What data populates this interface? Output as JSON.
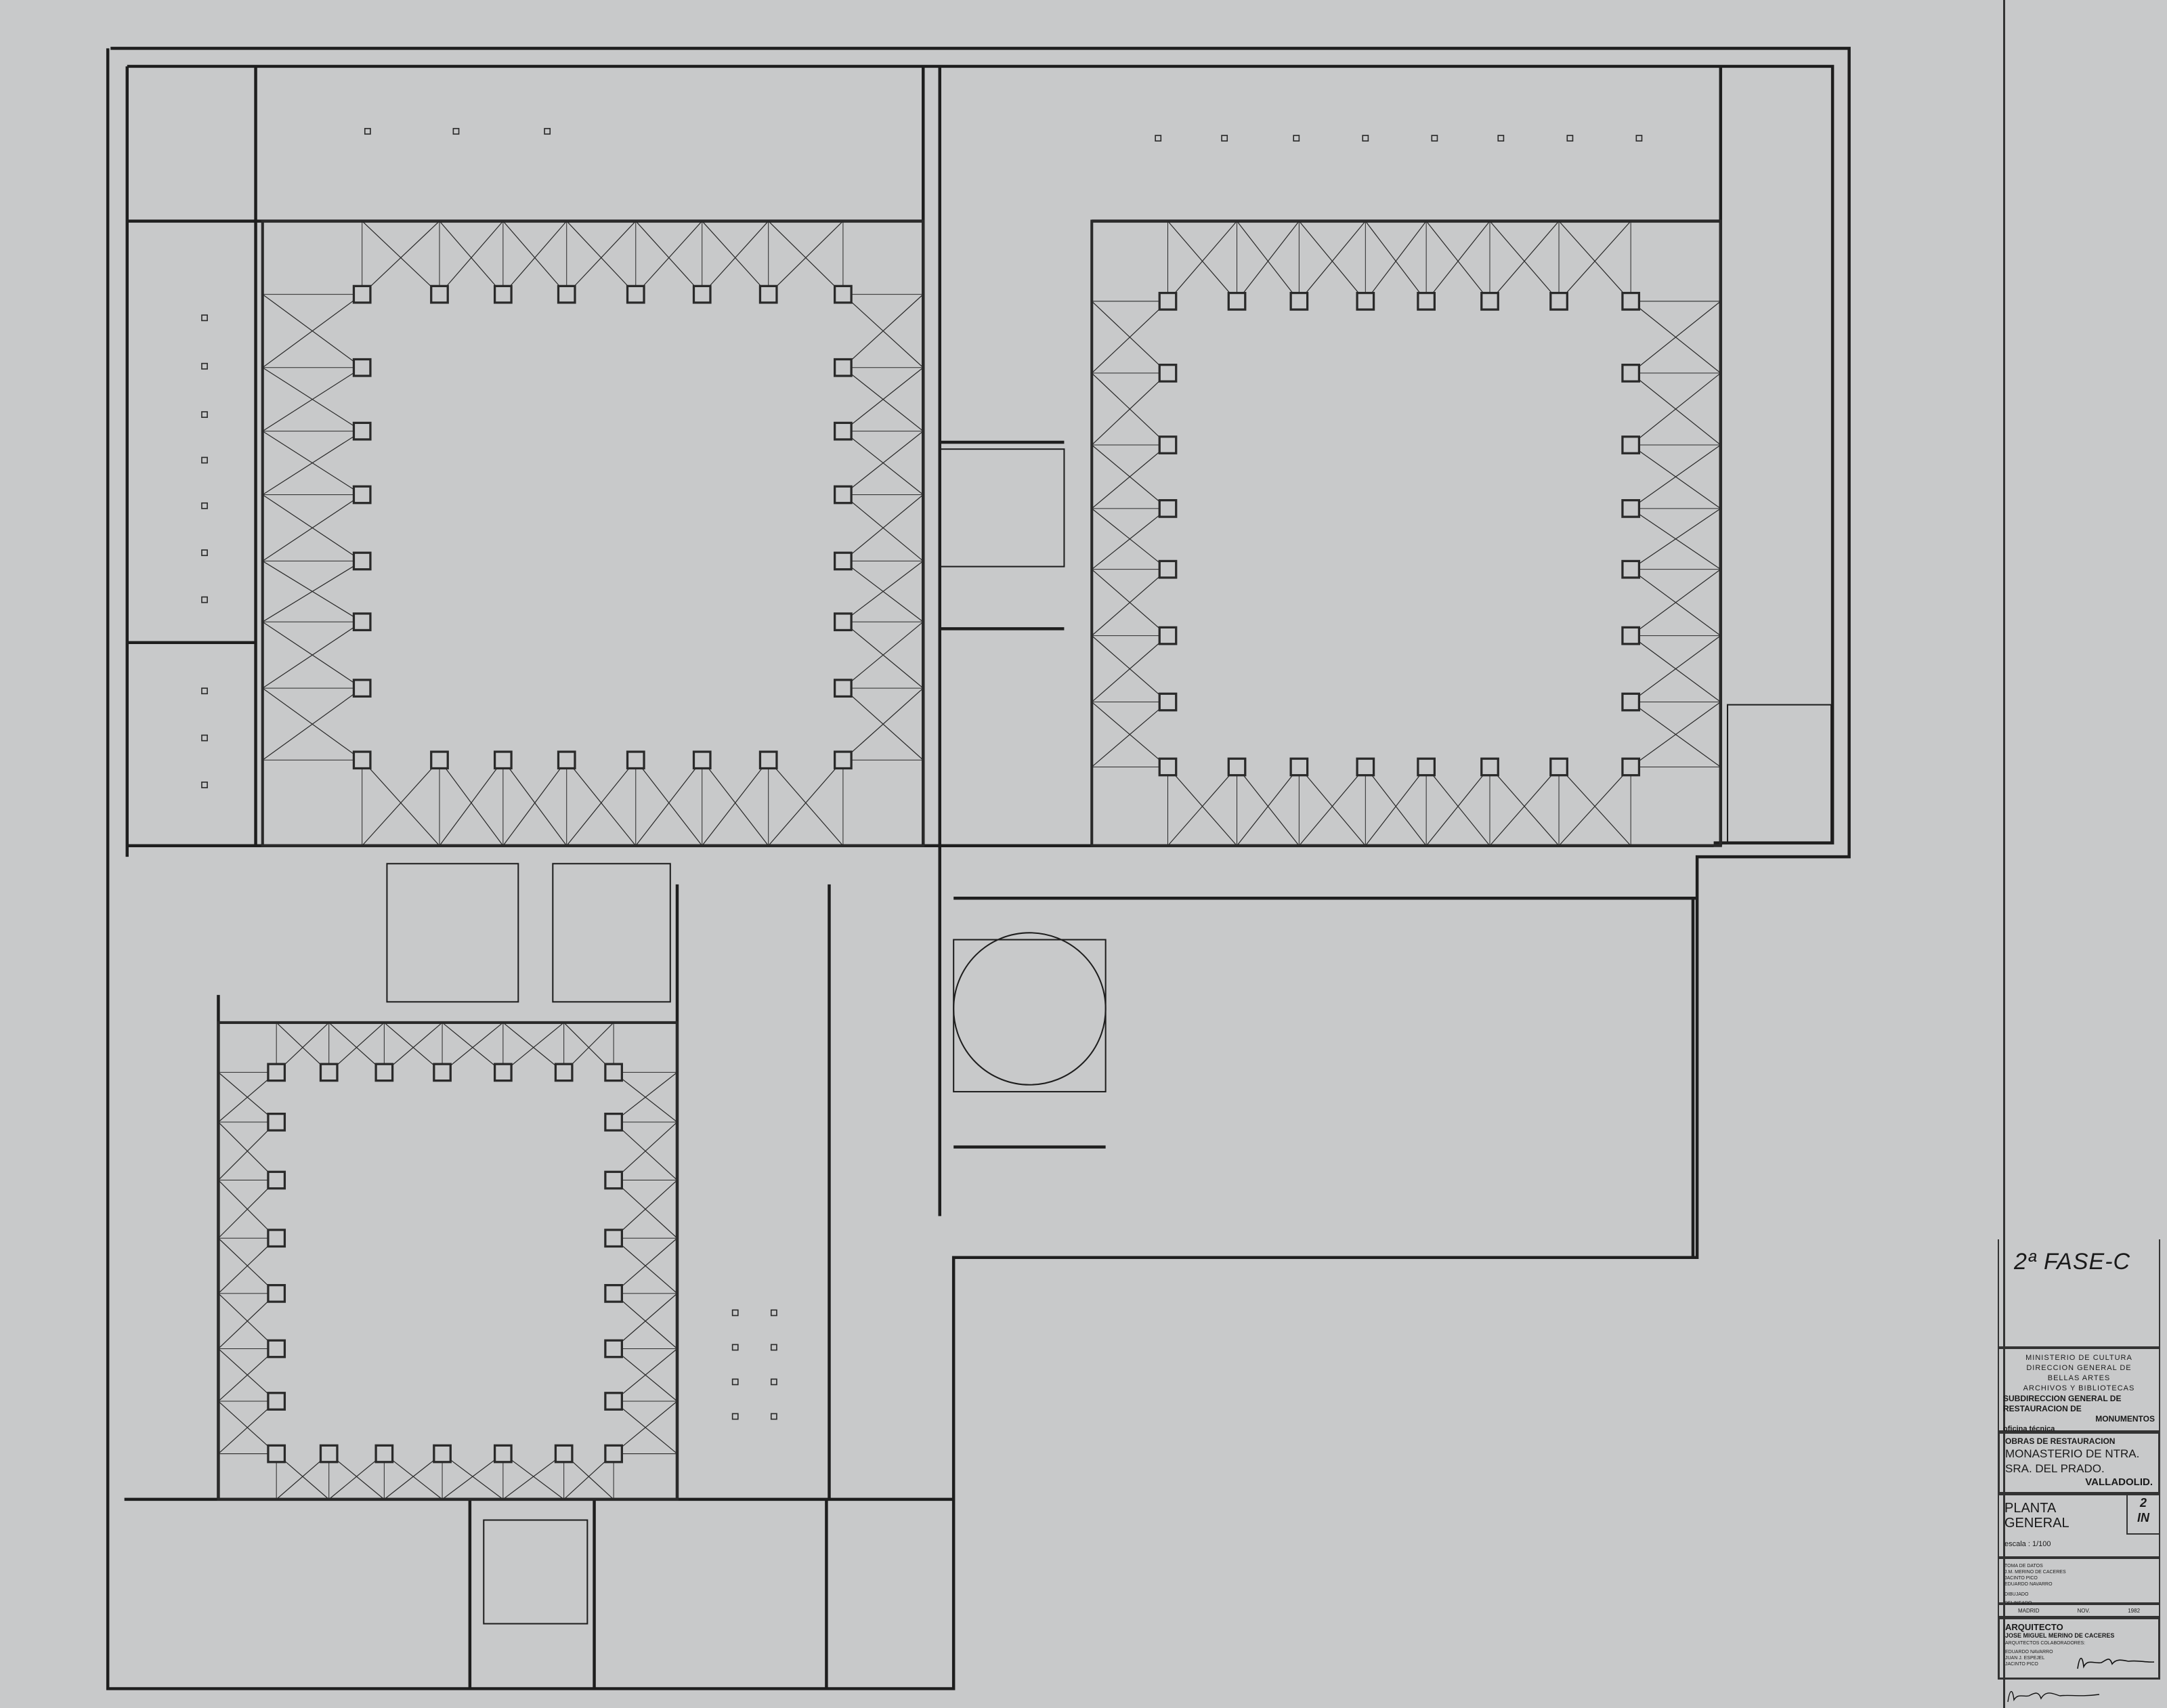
{
  "drawing": {
    "phase": "2ª FASE-C",
    "authority": {
      "line1": "MINISTERIO DE CULTURA",
      "line2": "DIRECCION GENERAL DE",
      "line3": "BELLAS ARTES",
      "line4": "ARCHIVOS Y BIBLIOTECAS",
      "line5": "SUBDIRECCION GENERAL DE",
      "line6": "RESTAURACION DE",
      "line7": "MONUMENTOS",
      "line8": "oficina técnica"
    },
    "project": {
      "line1": "OBRAS DE RESTAURACION",
      "line2": "MONASTERIO DE NTRA.",
      "line3": "SRA. DEL PRADO.",
      "city": "VALLADOLID."
    },
    "sheet": {
      "title1": "PLANTA",
      "title2": "GENERAL",
      "number": "2",
      "code": "IN",
      "scale": "escala : 1/100"
    },
    "credits": {
      "data_label": "TOMA DE DATOS",
      "data1": "J.M. MERINO DE CACERES",
      "data2": "JACINTO PICO",
      "data3": "EDUARDO NAVARRO",
      "drawn": "DIBUJADO",
      "delineated": "DELINEADO"
    },
    "date": {
      "place": "MADRID",
      "month": "NOV.",
      "year": "1982"
    },
    "architect": {
      "label": "ARQUITECTO",
      "name": "JOSE MIGUEL MERINO DE CACERES",
      "collab_label": "ARQUITECTOS COLABORADORES:",
      "collab1": "EDUARDO NAVARRO",
      "collab2": "JUAN J. ESPEJEL",
      "collab3": "JACINTO PICO"
    }
  },
  "colors": {
    "paper": "#c8c9ca",
    "ink": "#1e1e1e"
  }
}
